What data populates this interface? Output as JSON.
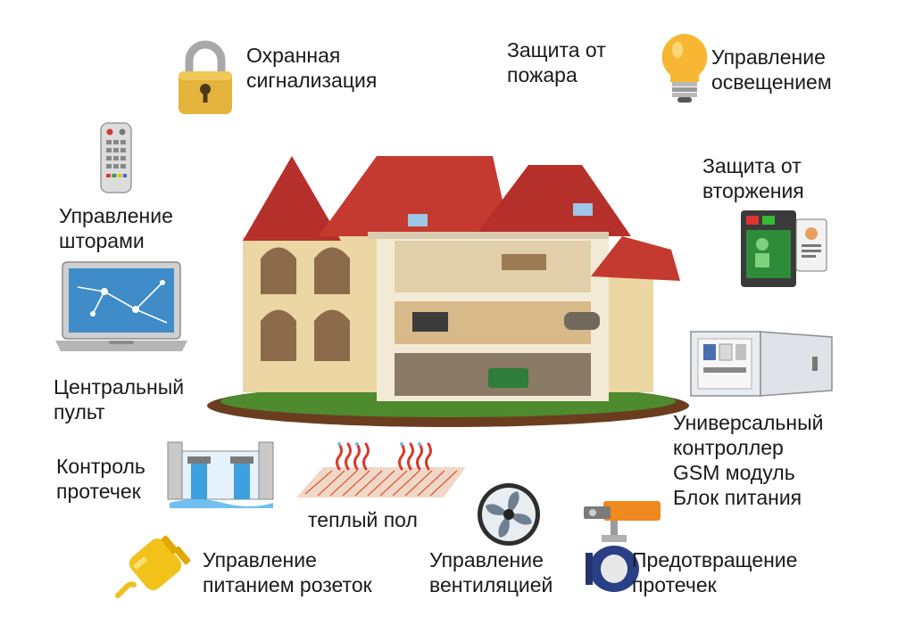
{
  "labels": {
    "alarm": [
      "Охранная",
      "сигнализация"
    ],
    "fire": [
      "Защита от",
      "пожара"
    ],
    "lighting": [
      "Управление",
      "освещением"
    ],
    "intrusion": [
      "Защита от",
      "вторжения"
    ],
    "curtains": [
      "Управление",
      "шторами"
    ],
    "console": [
      "Центральный",
      "пульт"
    ],
    "controller": [
      "Универсальный",
      "контроллер",
      "GSM модуль",
      "Блок питания"
    ],
    "leak_control": [
      "Контроль",
      "протечек"
    ],
    "floor": "теплый пол",
    "sockets": [
      "Управление",
      "питанием розеток"
    ],
    "ventilation": [
      "Управление",
      "вентиляцией"
    ],
    "leak_prevention": [
      "Предотвращение",
      "протечек"
    ]
  },
  "icons": [
    "padlock-icon",
    "light-bulb-icon",
    "remote-control-icon",
    "laptop-icon",
    "access-terminal-icon",
    "control-cabinet-icon",
    "water-tank-icon",
    "underfloor-heating-icon",
    "fan-icon",
    "power-plug-icon",
    "valve-actuator-icon",
    "house-illustration"
  ],
  "colors": {
    "text": "#1a1a1a",
    "roof": "#b6302b",
    "wall": "#ecd6a4",
    "gold": "#e4b43c",
    "grass": "#4e8a2e",
    "screen": "#3f8cc8"
  }
}
